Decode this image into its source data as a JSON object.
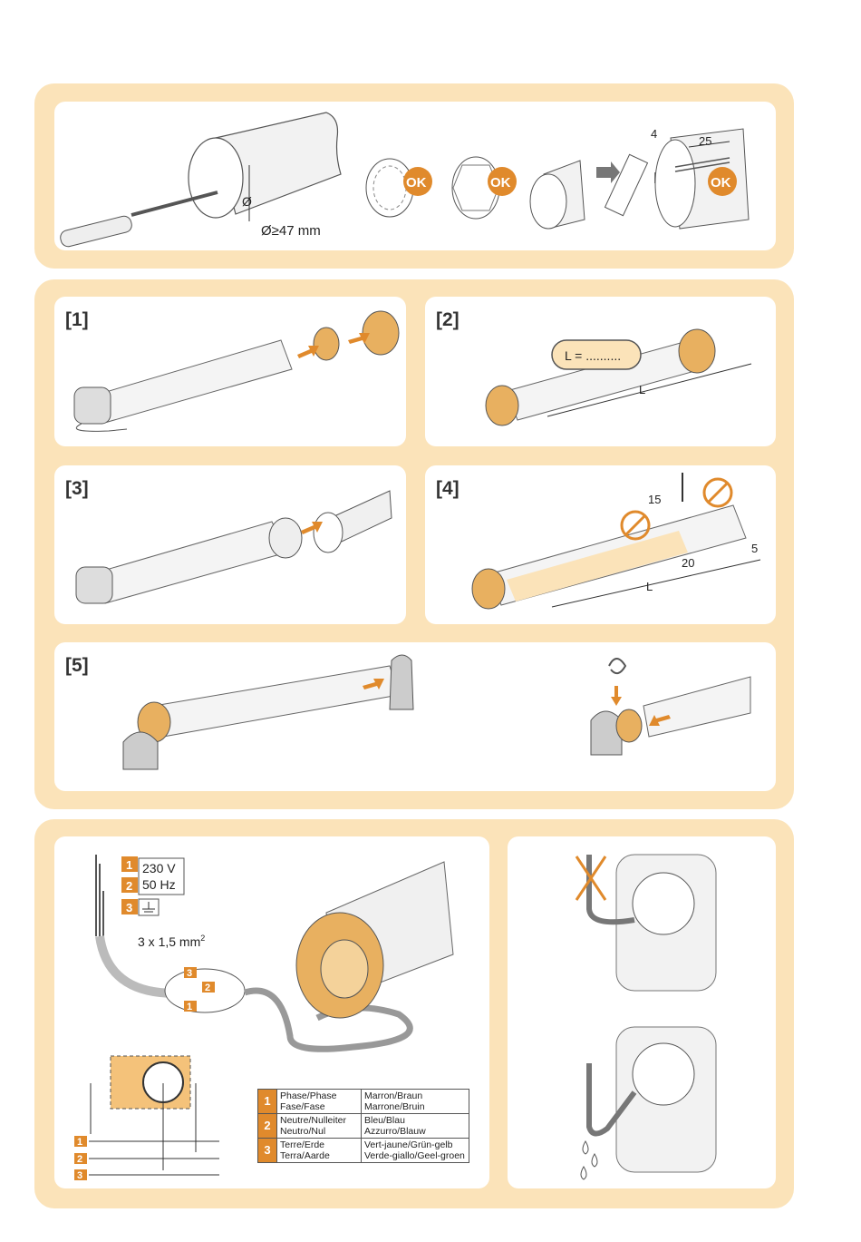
{
  "tube": {
    "diameter_symbol": "Ø",
    "diameter_label": "Ø≥47 mm",
    "ok_labels": [
      "OK",
      "OK",
      "OK"
    ],
    "dim_4": "4",
    "dim_25": "25"
  },
  "steps": {
    "s1": "[1]",
    "s2": "[2]",
    "s3": "[3]",
    "s4": "[4]",
    "s5": "[5]"
  },
  "step2": {
    "length_box": "L = ..........",
    "length_label": "L"
  },
  "step4": {
    "dim_15": "15",
    "dim_20": "20",
    "dim_5": "5",
    "length_label": "L"
  },
  "wiring": {
    "terminal_numbers": [
      "1",
      "2",
      "3"
    ],
    "voltage": "230 V",
    "frequency": "50 Hz",
    "cable_spec": "3 x 1,5 mm",
    "cable_spec_sup": "2",
    "connector_numbers": [
      "3",
      "2",
      "1"
    ],
    "legend": [
      {
        "num": "1",
        "function": "Phase/Phase\nFase/Fase",
        "color": "Marron/Braun\nMarrone/Bruin"
      },
      {
        "num": "2",
        "function": "Neutre/Nulleiter\nNeutro/Nul",
        "color": "Bleu/Blau\nAzzurro/Blauw"
      },
      {
        "num": "3",
        "function": "Terre/Erde\nTerra/Aarde",
        "color": "Vert-jaune/Grün-gelb\nVerde-giallo/Geel-groen"
      }
    ],
    "schematic_numbers": [
      "1",
      "2",
      "3"
    ]
  },
  "colors": {
    "section_bg": "#fbe3b9",
    "accent_orange": "#e08a2c",
    "motor_head": "#e8b060"
  }
}
